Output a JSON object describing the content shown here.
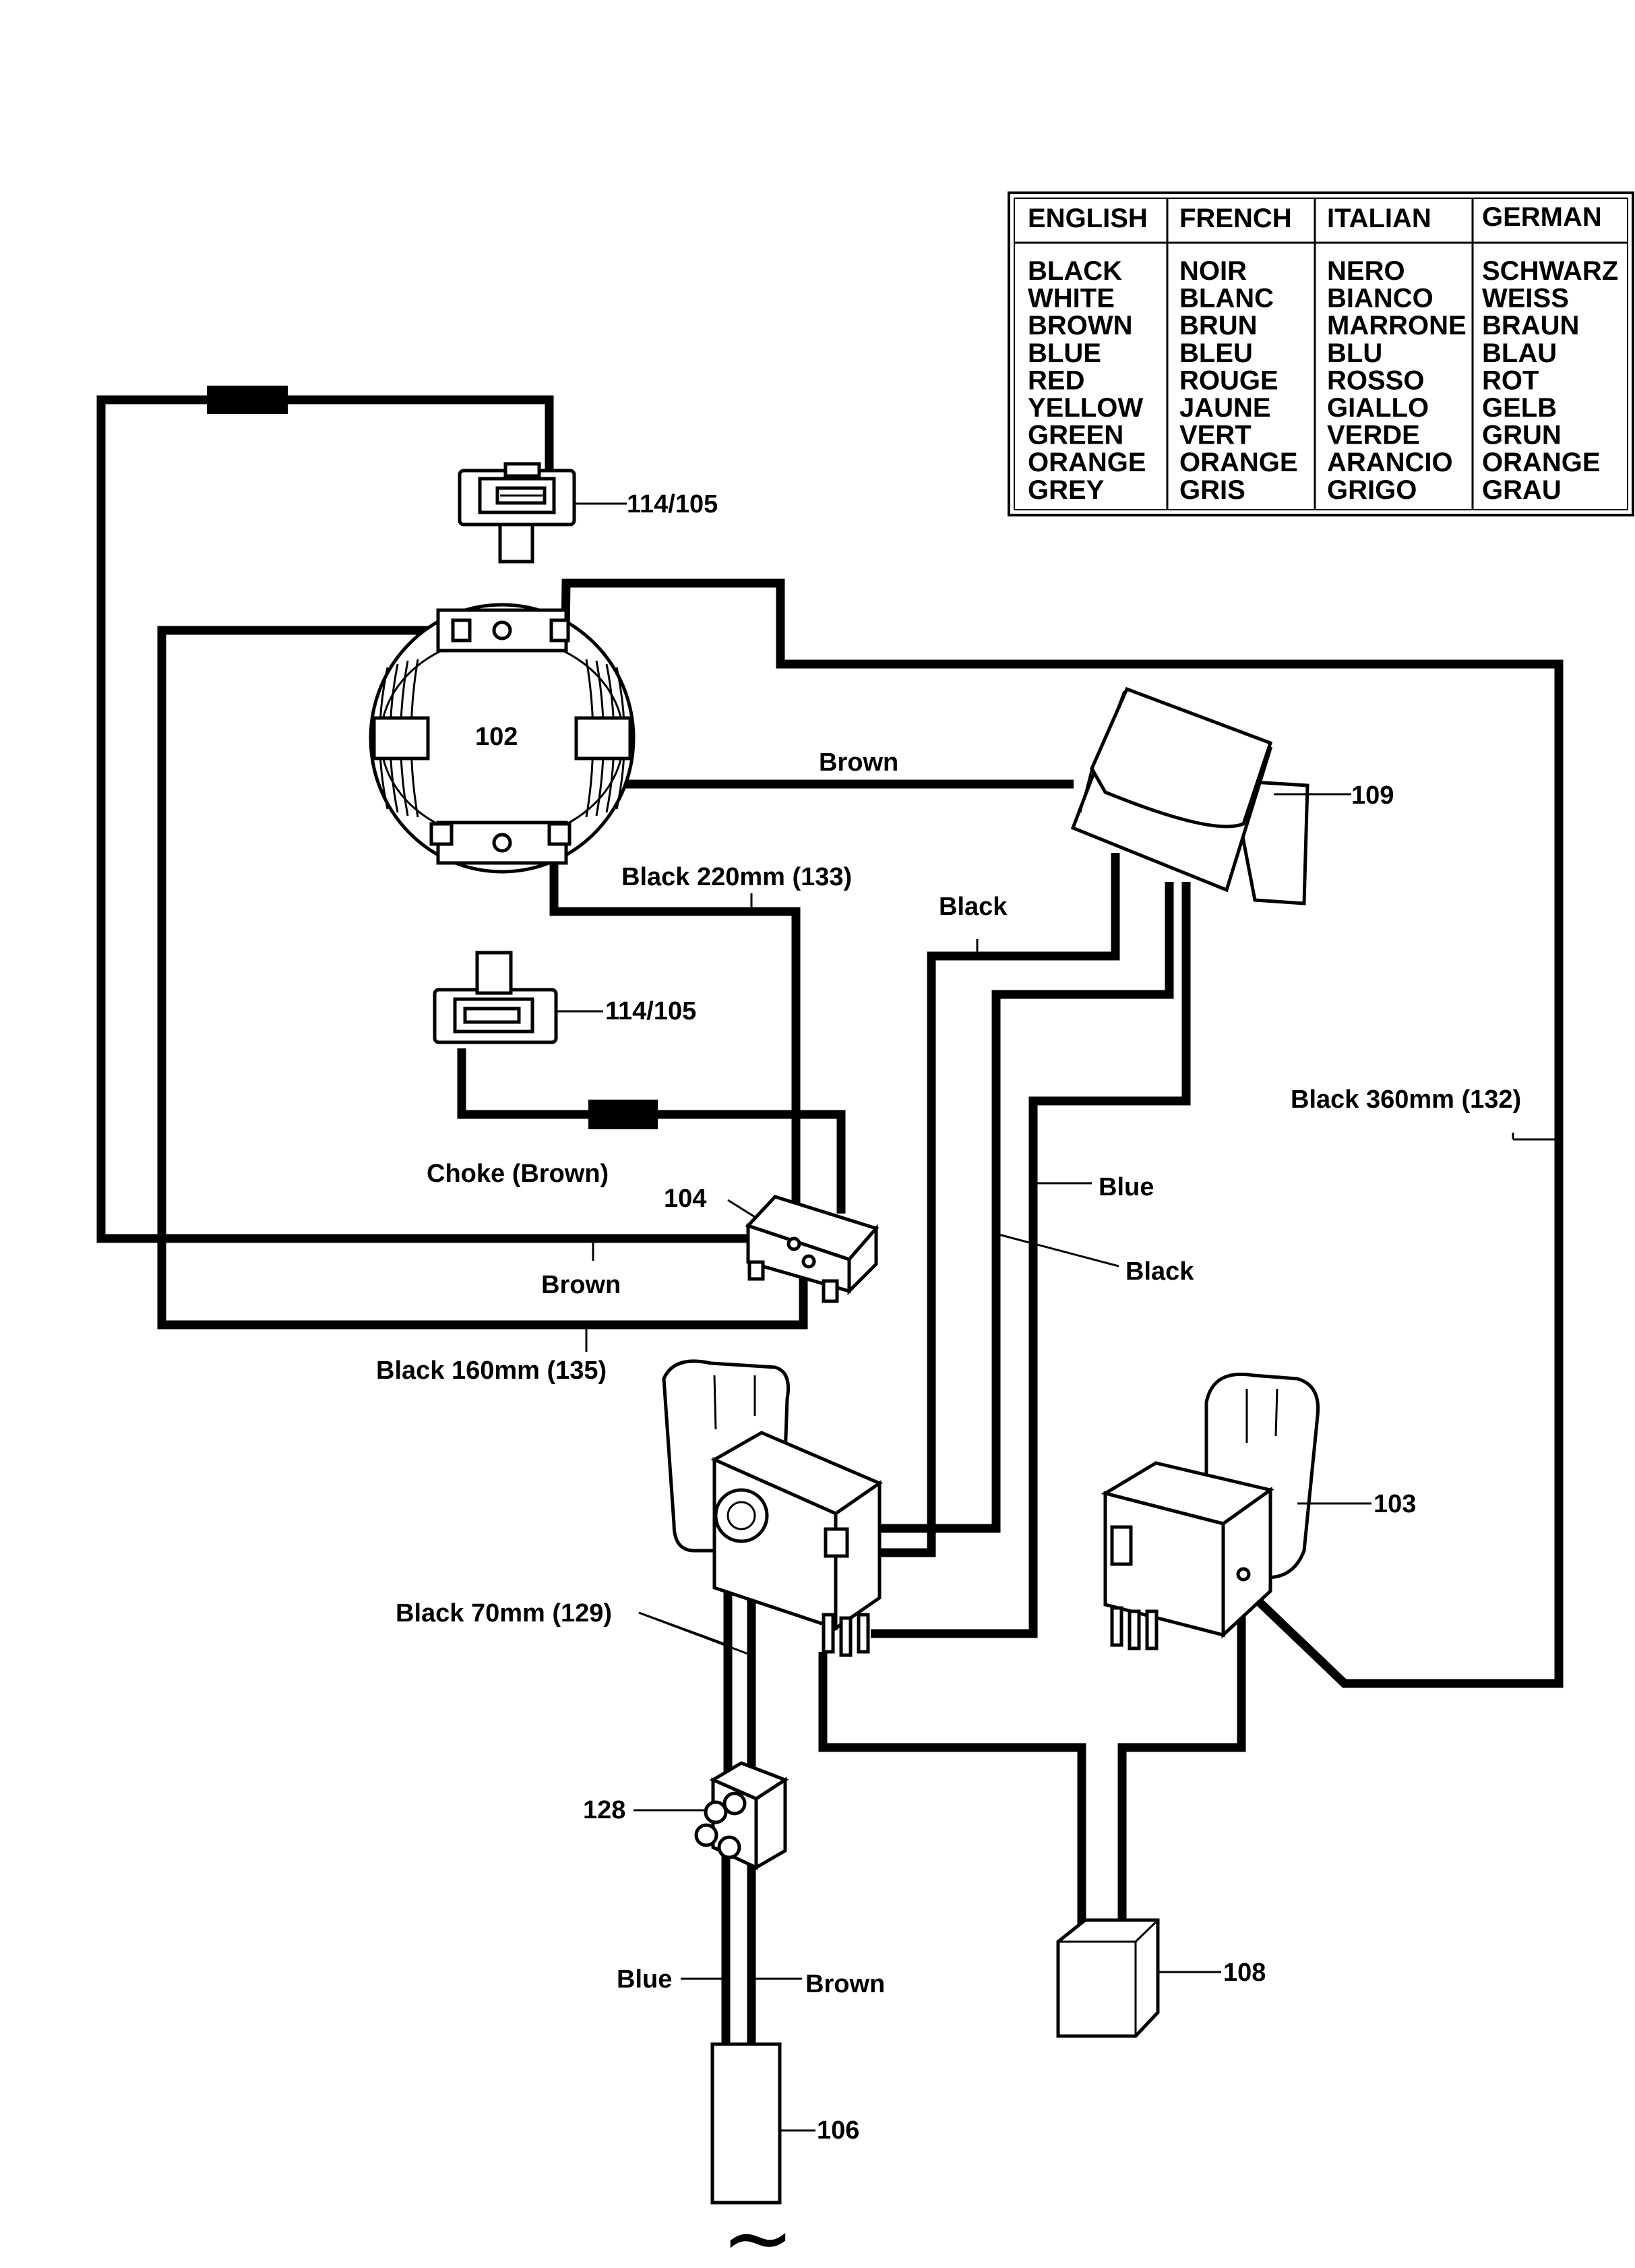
{
  "legend": {
    "headers": [
      "ENGLISH",
      "FRENCH",
      "ITALIAN",
      "GERMAN"
    ],
    "columns": [
      [
        "BLACK",
        "WHITE",
        "BROWN",
        "BLUE",
        "RED",
        "YELLOW",
        "GREEN",
        "ORANGE",
        "GREY"
      ],
      [
        "NOIR",
        "BLANC",
        "BRUN",
        "BLEU",
        "ROUGE",
        "JAUNE",
        "VERT",
        "ORANGE",
        "GRIS"
      ],
      [
        "NERO",
        "BIANCO",
        "MARRONE",
        "BLU",
        "ROSSO",
        "GIALLO",
        "VERDE",
        "ARANCIO",
        "GRIGO"
      ],
      [
        "SCHWARZ",
        "WEISS",
        "BRAUN",
        "BLAU",
        "ROT",
        "GELB",
        "GRUN",
        "ORANGE",
        "GRAU"
      ]
    ]
  },
  "parts": {
    "brush_top": "114/105",
    "stator": "102",
    "module": "109",
    "brush_mid": "114/105",
    "terminal": "104",
    "switch_right": "103",
    "connector": "128",
    "plug": "108",
    "cord": "106"
  },
  "wire_labels": {
    "brown_top": "Brown",
    "black_220": "Black 220mm (133)",
    "black_mid": "Black",
    "black_360": "Black 360mm (132)",
    "choke": "Choke (Brown)",
    "blue": "Blue",
    "black_low": "Black",
    "brown_low": "Brown",
    "black_160": "Black 160mm (135)",
    "black_70": "Black 70mm (129)",
    "cord_blue": "Blue",
    "cord_brown": "Brown"
  },
  "symbols": {
    "ac": "~"
  }
}
